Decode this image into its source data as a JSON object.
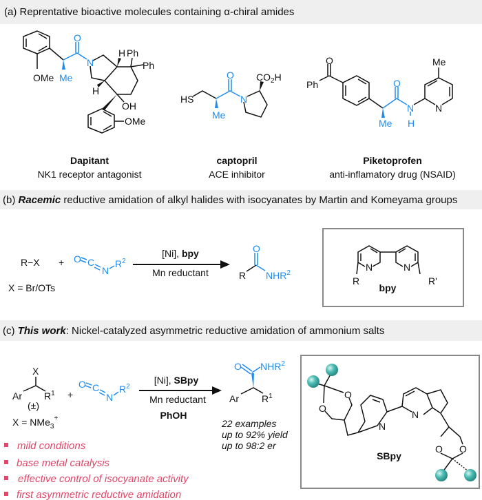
{
  "colors": {
    "accent_blue": "#1e8cf0",
    "highlight_red": "#e24668",
    "sphere_teal": "#4bbcb4",
    "header_bg": "#efefef"
  },
  "section_a": {
    "header": {
      "prefix": "(a) Reprentative bioactive molecules containing ",
      "alpha": "α",
      "suffix": "-chiral amides"
    },
    "molecules": [
      {
        "name": "Dapitant",
        "desc": "NK1 receptor antagonist",
        "labels": {
          "ome1": "OMe",
          "me": "Me",
          "o": "O",
          "n": "N",
          "h1": "H",
          "ph1": "Ph",
          "ph2": "Ph",
          "h2": "H",
          "oh": "OH",
          "ome2": "OMe"
        }
      },
      {
        "name": "captopril",
        "desc": "ACE inhibitor",
        "labels": {
          "hs": "HS",
          "me": "Me",
          "o": "O",
          "n": "N",
          "co2h_a": "CO",
          "co2h_sub": "2",
          "co2h_b": "H"
        }
      },
      {
        "name": "Piketoprofen",
        "desc": "anti-inflamatory drug (NSAID)",
        "labels": {
          "o1": "O",
          "ph": "Ph",
          "o2": "O",
          "n": "N",
          "h": "H",
          "me1": "Me",
          "me2": "Me",
          "npy": "N"
        }
      }
    ]
  },
  "section_b": {
    "header": {
      "prefix": "(b) ",
      "bold": "Racemic",
      "suffix": " reductive amidation of alkyl halides with isocyanates by Martin and Komeyama groups"
    },
    "substrate": "R−X",
    "x_def": "X = Br/OTs",
    "plus": "+",
    "isocyanate": {
      "o": "O",
      "c": "C",
      "n": "N",
      "r": "R",
      "sup": "2"
    },
    "conditions": {
      "top_a": "[Ni], ",
      "top_b": "bpy",
      "bottom": "Mn reductant"
    },
    "product": {
      "o": "O",
      "r": "R",
      "nhr": "NHR",
      "sup": "2"
    },
    "ligand_box": {
      "n1": "N",
      "n2": "N",
      "r": "R",
      "r_prime": "R'",
      "name": "bpy"
    }
  },
  "section_c": {
    "header": {
      "prefix": "(c) ",
      "bold": "This work",
      "suffix": ": Nickel-catalyzed asymmetric reductive amidation of ammonium salts"
    },
    "substrate": {
      "x": "X",
      "ar": "Ar",
      "r": "R",
      "sup": "1",
      "racemic": "(±)",
      "x_def_a": "X = NMe",
      "x_def_sub": "3",
      "x_def_sup": "+"
    },
    "plus": "+",
    "isocyanate": {
      "o": "O",
      "c": "C",
      "n": "N",
      "r": "R",
      "sup": "2"
    },
    "conditions": {
      "top_a": "[Ni], ",
      "top_b": "SBpy",
      "mid": "Mn reductant",
      "bottom": "PhOH"
    },
    "product": {
      "o": "O",
      "nhr": "NHR",
      "sup": "2",
      "ar": "Ar",
      "r": "R",
      "r_sup": "1"
    },
    "stats": [
      "22 examples",
      "up to 92% yield",
      "up to 98:2 er"
    ],
    "features": [
      "mild conditions",
      "base metal catalysis",
      "effective control of isocyanate activity",
      "first asymmetric reductive amidation"
    ],
    "ligand_box": {
      "o1": "O",
      "o2": "O",
      "o3": "O",
      "o4": "O",
      "n1": "N",
      "n2": "N",
      "name": "SBpy"
    }
  }
}
